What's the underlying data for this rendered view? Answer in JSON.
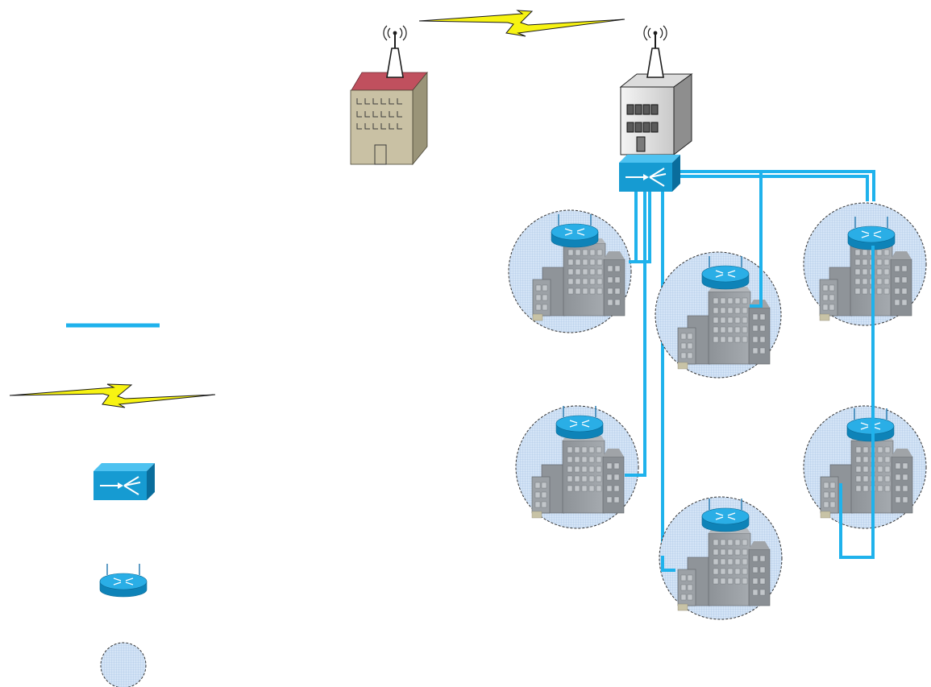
{
  "colors": {
    "fiber_cable": "#1fb2ec",
    "microwave_fill": "#f7f312",
    "device_blue": "#169bd2",
    "building_gray": "#9a9fa3",
    "coverage_fill": "#cfe1f5",
    "house_roof": "#c0505e",
    "house_wall": "#c9c1a4"
  },
  "legend": {
    "items": [
      {
        "icon": "fiber-cable-line"
      },
      {
        "icon": "microwave-link-icon"
      },
      {
        "icon": "switch-icon"
      },
      {
        "icon": "wireless-router-icon"
      },
      {
        "icon": "coverage-zone-icon"
      }
    ]
  },
  "diagram": {
    "towers": [
      {
        "icon": "radio-tower-icon",
        "building": "rooftop-brick-building"
      },
      {
        "icon": "radio-tower-icon",
        "building": "office-building"
      }
    ],
    "core_device": {
      "icon": "switch-icon"
    },
    "sites": [
      {
        "icon": "campus-site-icon",
        "has_router": true
      },
      {
        "icon": "campus-site-icon",
        "has_router": true
      },
      {
        "icon": "campus-site-icon",
        "has_router": true
      },
      {
        "icon": "campus-site-icon",
        "has_router": true
      },
      {
        "icon": "campus-site-icon",
        "has_router": true
      },
      {
        "icon": "campus-site-icon",
        "has_router": true
      }
    ]
  }
}
